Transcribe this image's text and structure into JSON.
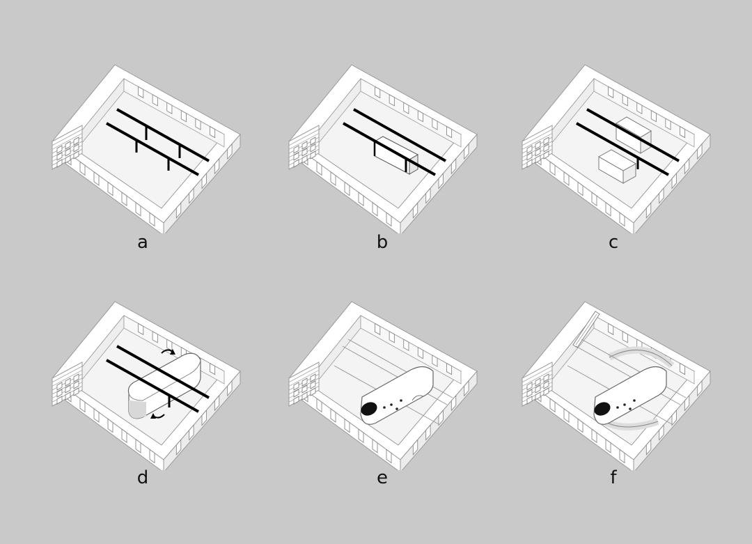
{
  "colors": {
    "background": "#c9c9c9",
    "wall_fill": "#ffffff",
    "edge": "#9a9a9a",
    "beam": "#000000",
    "shade": "#7a7a7a"
  },
  "panels": [
    {
      "id": "a",
      "label": "a"
    },
    {
      "id": "b",
      "label": "b"
    },
    {
      "id": "c",
      "label": "c"
    },
    {
      "id": "d",
      "label": "d"
    },
    {
      "id": "e",
      "label": "e"
    },
    {
      "id": "f",
      "label": "f"
    }
  ]
}
